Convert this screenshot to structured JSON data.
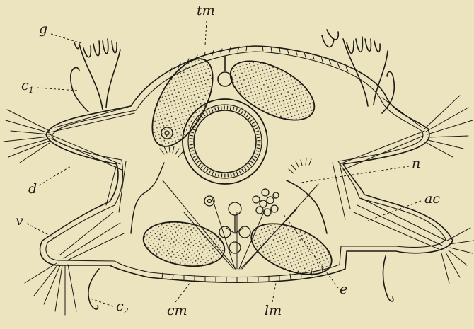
{
  "labels": {
    "tm": "tm",
    "g": "g",
    "c1_base": "c",
    "c1_sub": "1",
    "d": "d",
    "v": "v",
    "c2_base": "c",
    "c2_sub": "2",
    "cm": "cm",
    "lm": "lm",
    "e": "e",
    "ac": "ac",
    "n": "n"
  },
  "colors": {
    "background": "#ece3bf",
    "ink": "#1c1a14",
    "stipple": "#2a261c"
  }
}
